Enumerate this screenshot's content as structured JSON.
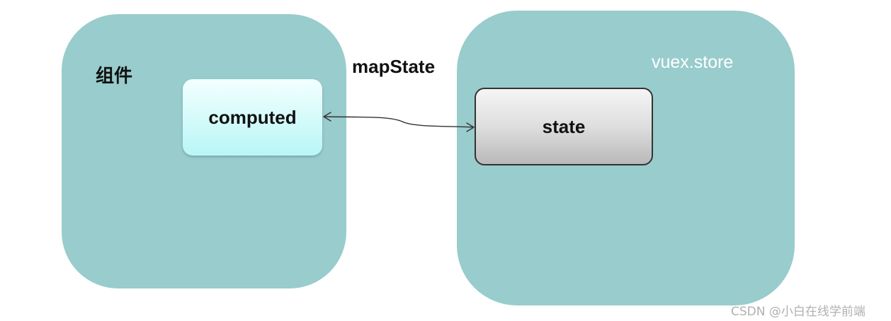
{
  "component": {
    "title": "组件",
    "computed_label": "computed"
  },
  "connector": {
    "label": "mapState"
  },
  "store": {
    "title": "vuex.store",
    "state_label": "state"
  },
  "watermark": {
    "text": "CSDN @小白在线学前端"
  },
  "colors": {
    "panel": "#99cccc",
    "computed_fill": "#d9fbfb",
    "state_fill": "#d6d6d6",
    "text": "#111111",
    "store_title": "#ffffff"
  }
}
